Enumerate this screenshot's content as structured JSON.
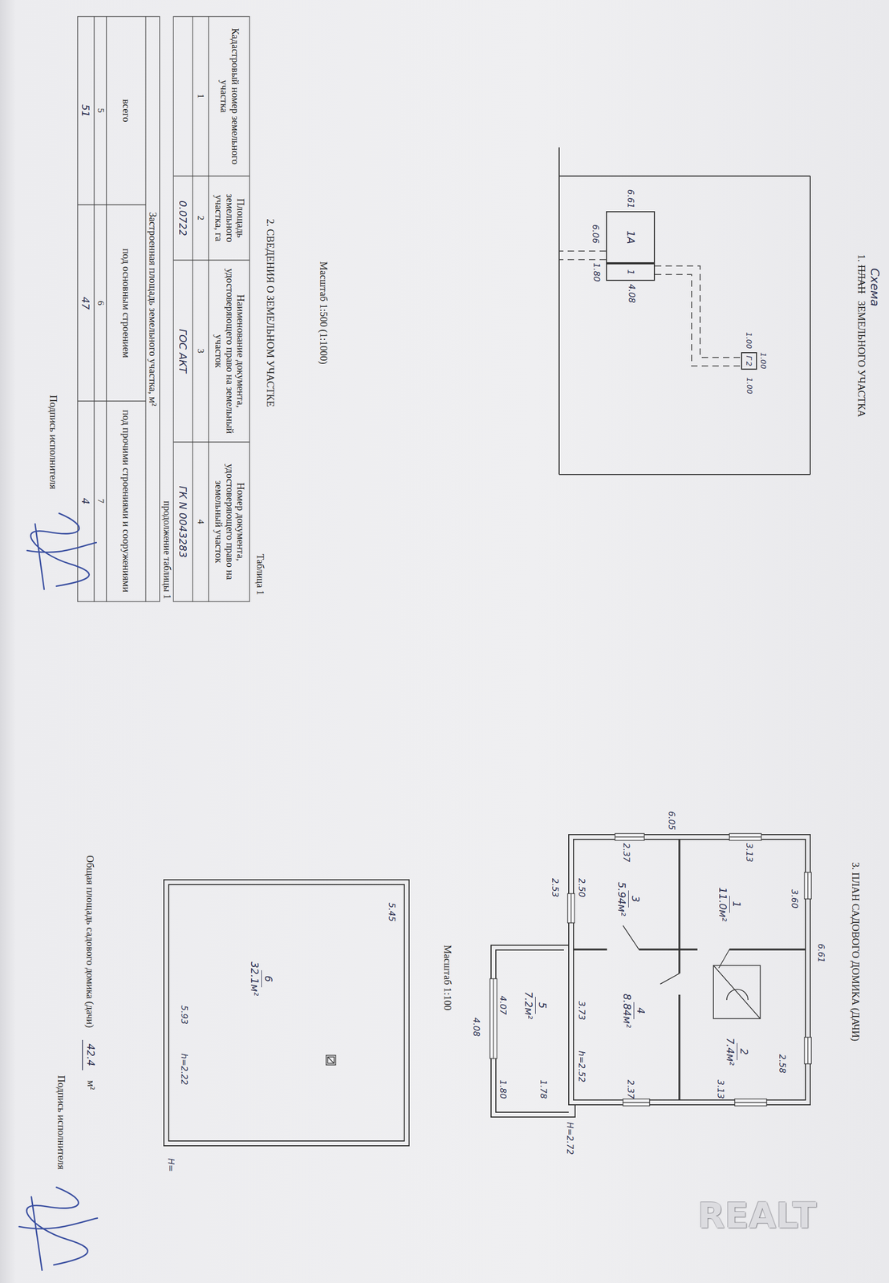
{
  "diagram": {
    "nodes": [
      {
        "text": [
          "1А"
        ]
      },
      {
        "text": [
          "1"
        ]
      },
      {
        "text": [
          "Г",
          "2"
        ]
      },
      {
        "text": [
          "1",
          "11.0м²"
        ]
      },
      {
        "text": [
          "2",
          "7.4м²"
        ]
      },
      {
        "text": [
          "3",
          "5.94м²"
        ]
      },
      {
        "text": [
          "4",
          "8.84м²"
        ]
      },
      {
        "text": [
          "5",
          "7.2м²"
        ]
      },
      {
        "text": [
          "6",
          "32.1м²"
        ]
      }
    ],
    "labels": [
      "Схема",
      "1.",
      "ПЛАН",
      "ЗЕМЕЛЬНОГО УЧАСТКА",
      "6.61",
      "6.06",
      "1.80",
      "4.08",
      "1.00",
      "1.00",
      "1.00",
      "Масштаб 1:500 (1:1000)",
      "2. СВЕДЕНИЯ О ЗЕМЕЛЬНОМ УЧАСТКЕ",
      "Таблица 1",
      "Кадастровый номер земельного участка",
      "Площадь земельного участка, га",
      "Наименование документа, удостоверяющего право на земельный участок",
      "Номер документа, удостоверяющего право на земельный участок",
      "1",
      "2",
      "3",
      "4",
      "0.0722",
      "ГОС АКТ",
      "ГК N 0043283",
      "продолжение таблицы 1",
      "Застроенная площадь земельного участка, м²",
      "всего",
      "под основным строением",
      "под прочими строениями и сооружениями",
      "5",
      "6",
      "7",
      "51",
      "47",
      "4",
      "Подпись исполнителя",
      "3. ПЛАН САДОВОГО ДОМИКА (ДАЧИ)",
      "6.05",
      "6.61",
      "3.60",
      "3.13",
      "2.37",
      "2.53",
      "2.50",
      "2.58",
      "3.13",
      "2.37",
      "3.73",
      "h=2.52",
      "H=2.72",
      "4.07",
      "1.78",
      "1.80",
      "4.08",
      "Масштаб 1:100",
      "5.45",
      "5.93",
      "h=2.22",
      "H=",
      "Общая площадь садового домика (дачи)",
      "42.4",
      "м²",
      "Подпись исполнителя",
      "REALT"
    ]
  }
}
